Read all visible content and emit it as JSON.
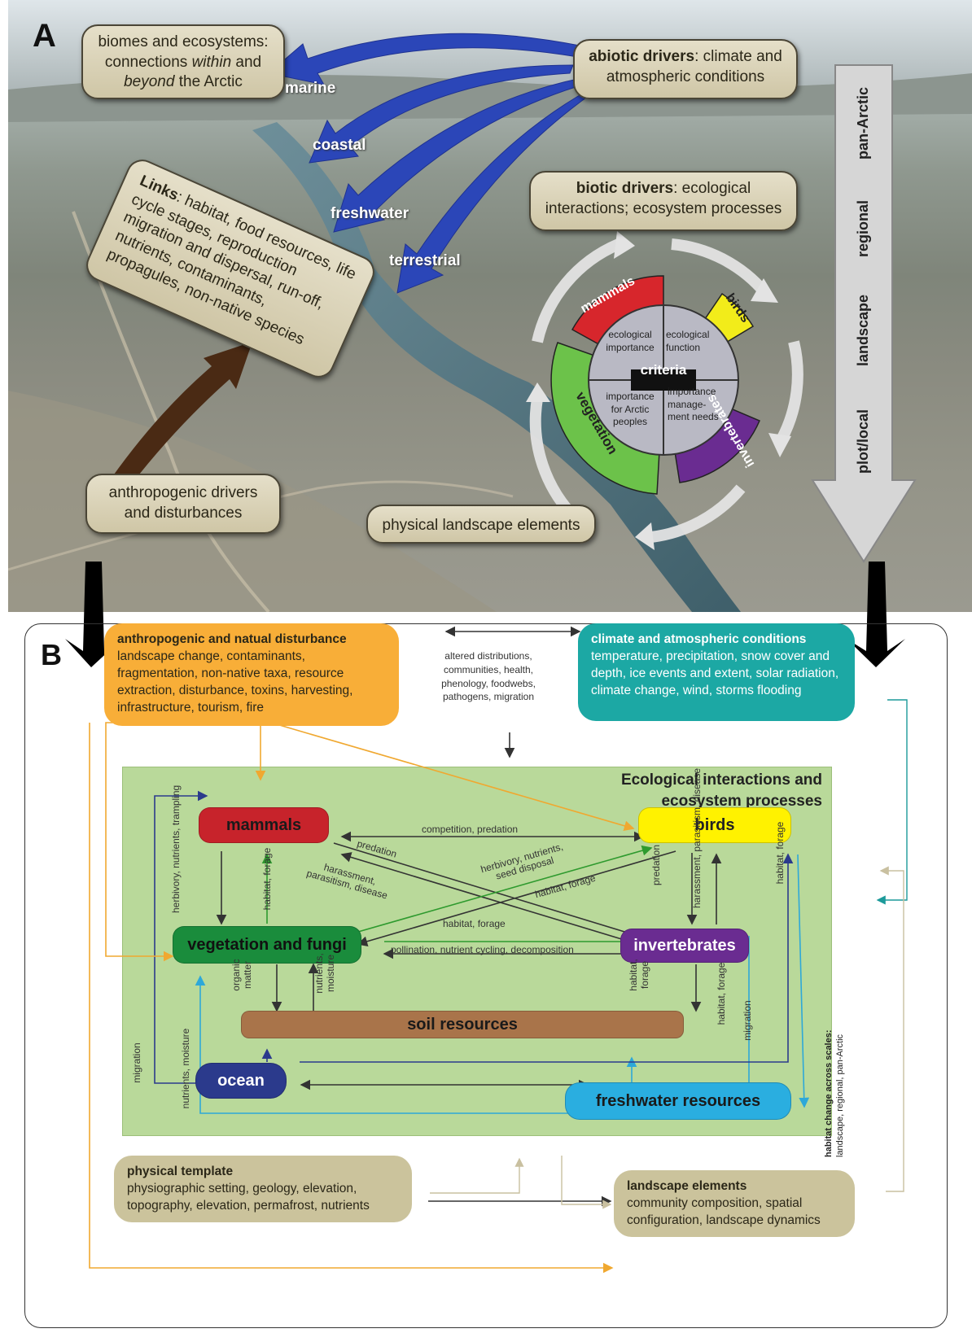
{
  "panel_a": {
    "label": "A",
    "biomes_box": {
      "line1": "biomes and ecosystems:",
      "line2a": "connections ",
      "line2b": "within",
      "line2c": " and",
      "line3a": "beyond",
      "line3b": " the Arctic"
    },
    "abiotic_box": {
      "bold": "abiotic drivers",
      "rest": ": climate and atmospheric conditions"
    },
    "biotic_box": {
      "bold": "biotic drivers",
      "rest": ": ecological interactions; ecosystem processes"
    },
    "links_box": {
      "bold": "Links",
      "rest": ": habitat, food resources, life cycle stages, reproduction migration and dispersal, run-off, nutrients, contaminants, propagules, non-native species"
    },
    "anthro_box": {
      "text": "anthropogenic drivers and disturbances"
    },
    "physical_box": {
      "text": "physical landscape elements"
    },
    "ecosystem_labels": [
      "marine",
      "coastal",
      "freshwater",
      "terrestrial"
    ],
    "scale_labels": [
      "pan-Arctic",
      "regional",
      "landscape",
      "plot/local"
    ],
    "wheel": {
      "segments": [
        {
          "label": "mammals",
          "color": "#d7262c"
        },
        {
          "label": "birds",
          "color": "#f2ec1a"
        },
        {
          "label": "invertebrates",
          "color": "#6a2c91"
        },
        {
          "label": "vegetation",
          "color": "#6cc24a"
        }
      ],
      "center": "criteria",
      "quadrants": [
        "ecological importance",
        "ecological function",
        "importance for Arctic peoples",
        "importance manage-ment needs"
      ]
    }
  },
  "panel_b": {
    "label": "B",
    "disturbance_box": {
      "title": "anthropogenic and natual disturbance",
      "text": "landscape change, contaminants, fragmentation, non-native taxa, resource extraction, disturbance, toxins, harvesting, infrastructure, tourism, fire"
    },
    "climate_box": {
      "title": "climate and atmospheric conditions",
      "text": "temperature, precipitation, snow cover and depth, ice events and extent, solar radiation, climate change, wind, storms flooding"
    },
    "middle_note": "altered distributions, communities, health, phenology, foodwebs, pathogens, migration",
    "eco_title": "Ecological interactions and ecosystem processes",
    "nodes": {
      "mammals": "mammals",
      "birds": "birds",
      "vegetation": "vegetation and fungi",
      "invertebrates": "invertebrates",
      "soil": "soil resources",
      "ocean": "ocean",
      "freshwater": "freshwater resources"
    },
    "relations": {
      "competition": "competition, predation",
      "predation": "predation",
      "herbivory_seed": "herbivory, nutrients, seed disposal",
      "harassment_l": "harassment, parasitism, disease",
      "habitat_forage_diag": "habitat, forage",
      "herbivory_vert": "herbivory, nutrients, trampling",
      "habitat_forage_m": "habitat, forage",
      "predation_b": "predation",
      "harassment_b": "harassment, parasitism, disease",
      "habitat_forage_b": "habitat, forage",
      "habitat_forage_h": "habitat, forage",
      "pollination": "pollination, nutrient cycling, decomposition",
      "organic": "organic matter",
      "nutrients_moist": "nutrients, moisture",
      "habitat_forage_i": "habitat, forage",
      "habitat_forage_fw": "habitat, forage",
      "migration_r": "migration",
      "migration_l": "migration",
      "nutrients_moist_l": "nutrients, moisture"
    },
    "physical_template": {
      "title": "physical template",
      "text": "physiographic setting, geology, elevation, topography, elevation, permafrost, nutrients"
    },
    "landscape_elements": {
      "title": "landscape elements",
      "text": "community composition, spatial configuration, landscape dynamics"
    },
    "habitat_change": {
      "title": "habitat change across scales:",
      "sub": "landscape, regional, pan-Arctic"
    }
  }
}
